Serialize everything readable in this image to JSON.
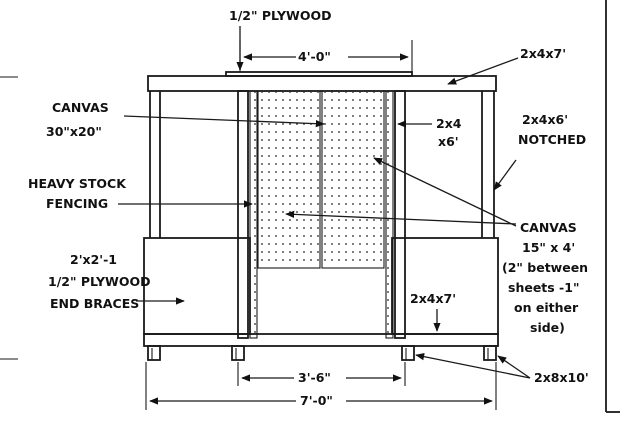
{
  "labels": {
    "plywood_top": "1/2\" PLYWOOD",
    "width_top": "4'-0\"",
    "top_rail": "2x4x7'",
    "canvas_small_1": "CANVAS",
    "canvas_small_2": "30\"x20\"",
    "stud_1": "2x4",
    "stud_2": "x6'",
    "notched_1": "2x4x6'",
    "notched_2": "NOTCHED",
    "fencing_1": "HEAVY STOCK",
    "fencing_2": "FENCING",
    "canvas_big_1": "CANVAS",
    "canvas_big_2": "15\" x 4'",
    "canvas_big_3": "(2\" between",
    "canvas_big_4": "sheets -1\"",
    "canvas_big_5": "on either",
    "canvas_big_6": "side)",
    "brace_1": "2'x2'-1",
    "brace_2": "1/2\" PLYWOOD",
    "brace_3": "END BRACES",
    "bottom_rail": "2x4x7'",
    "inner_width": "3'-6\"",
    "base": "2x8x10'",
    "overall_width": "7'-0\""
  }
}
